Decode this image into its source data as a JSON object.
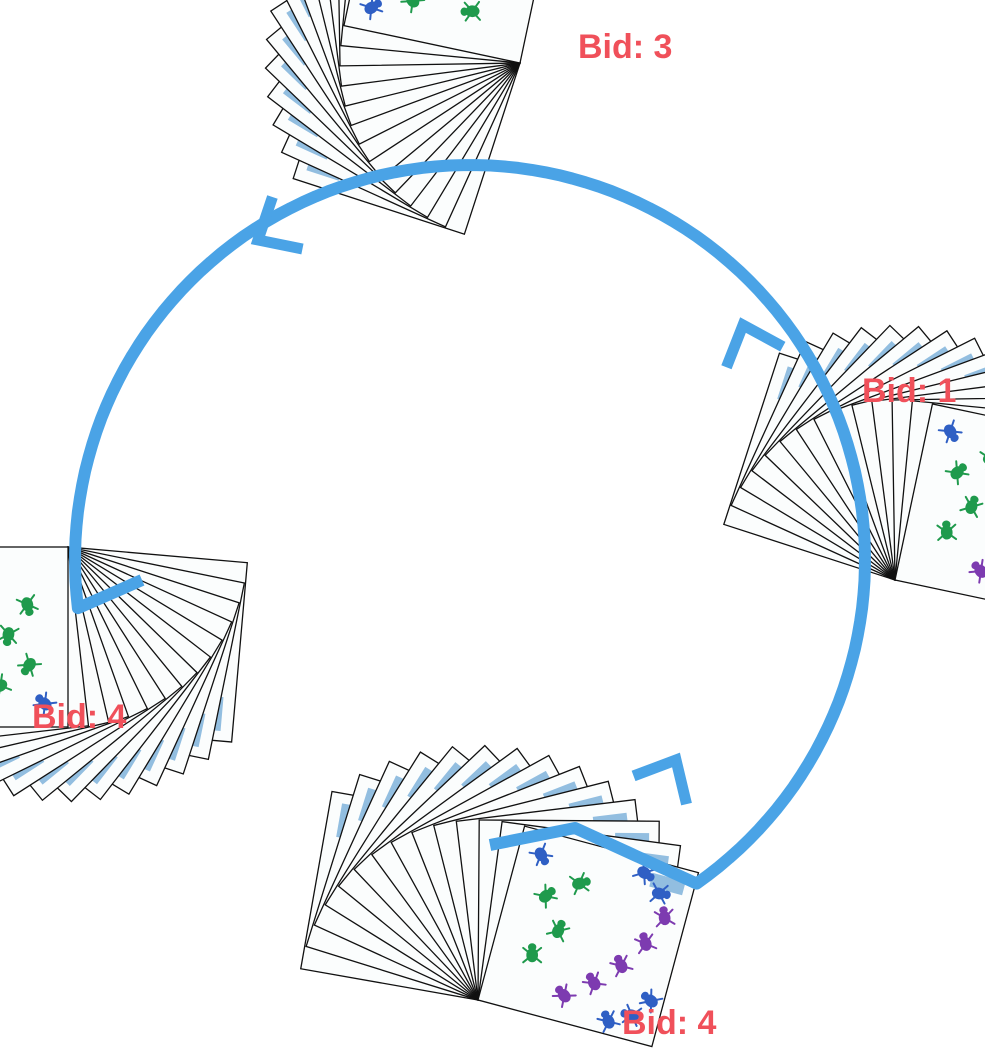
{
  "colors": {
    "label": "#f0505a",
    "cycle_arrow": "#4aa3e6",
    "card_border": "#111111",
    "card_fill": "#fbfdfd",
    "pip_purple": "#7d3bb0",
    "pip_blue": "#2f5fc4",
    "pip_green": "#1f9a4c",
    "card_corner_band": "#6fa8d6"
  },
  "icons": {
    "pip": "beetle-pip-icon",
    "arrowhead": "chevron-arrow-icon"
  },
  "fans": [
    {
      "name": "top",
      "bid_label": "Bid: 3"
    },
    {
      "name": "right",
      "bid_label": "Bid: 1"
    },
    {
      "name": "left",
      "bid_label": "Bid: 4"
    },
    {
      "name": "bottom",
      "bid_label": "Bid: 4"
    }
  ]
}
